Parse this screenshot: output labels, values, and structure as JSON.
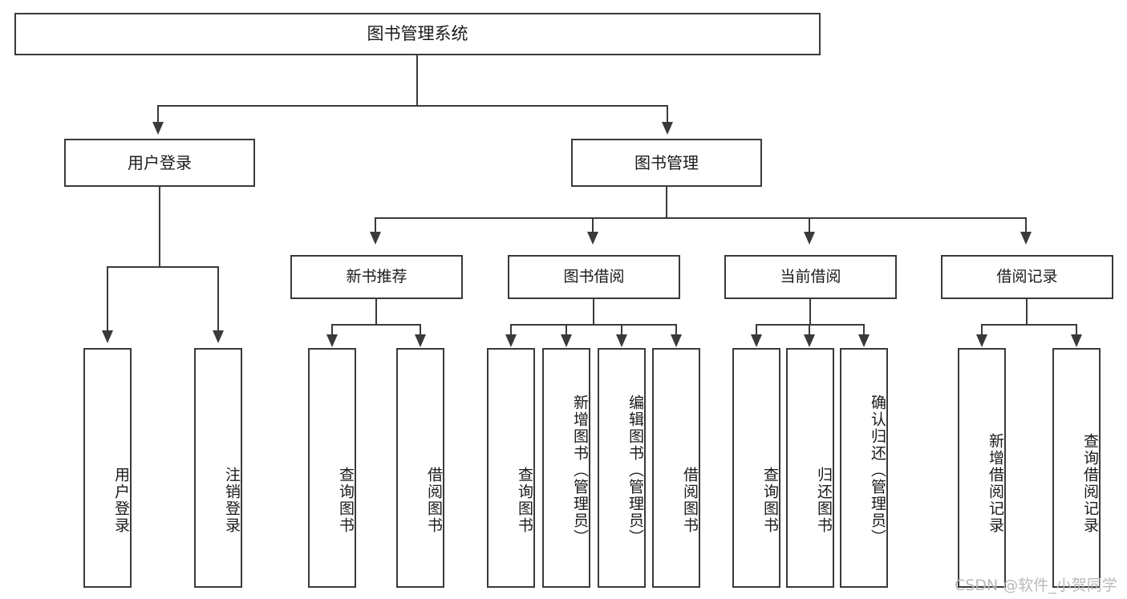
{
  "diagram": {
    "title": "图书管理系统",
    "type": "hierarchy-tree",
    "root": {
      "label": "图书管理系统"
    },
    "level1": [
      {
        "label": "用户登录"
      },
      {
        "label": "图书管理"
      }
    ],
    "level2": [
      {
        "label": "新书推荐"
      },
      {
        "label": "图书借阅"
      },
      {
        "label": "当前借阅"
      },
      {
        "label": "借阅记录"
      }
    ],
    "leaves": {
      "user_login": [
        {
          "label": "用户登录"
        },
        {
          "label": "注销登录"
        }
      ],
      "new_book_recommend": [
        {
          "label": "查询图书"
        },
        {
          "label": "借阅图书"
        }
      ],
      "book_borrow": [
        {
          "label": "查询图书"
        },
        {
          "label": "新增图书（管理员）"
        },
        {
          "label": "编辑图书（管理员）"
        },
        {
          "label": "借阅图书"
        }
      ],
      "current_borrow": [
        {
          "label": "查询图书"
        },
        {
          "label": "归还图书"
        },
        {
          "label": "确认归还（管理员）"
        }
      ],
      "borrow_record": [
        {
          "label": "新增借阅记录"
        },
        {
          "label": "查询借阅记录"
        }
      ]
    }
  },
  "watermark": {
    "text": "CSDN @软件_小贺同学"
  },
  "colors": {
    "stroke": "#3a3a3a",
    "background": "#ffffff",
    "text": "#1a1a1a",
    "watermark": "#b9b9b9"
  }
}
